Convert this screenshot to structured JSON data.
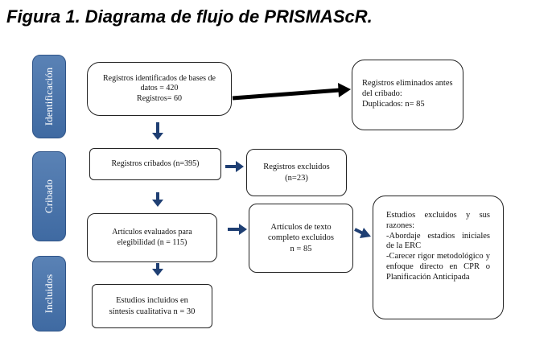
{
  "title": "Figura 1. Diagrama de flujo de PRISMAScR.",
  "stages": {
    "identificacion": "Identificación",
    "cribado": "Cribado",
    "incluidos": "Incluidos"
  },
  "boxes": {
    "identified": [
      "Registros identificados de bases de",
      "datos = 420",
      "Registros= 60"
    ],
    "removed": [
      "Registros eliminados antes",
      "del cribado:",
      "Duplicados: n= 85"
    ],
    "screened": [
      "Registros cribados (n=395)"
    ],
    "excluded": [
      "Registros excluidos",
      "(n=23)"
    ],
    "evaluated": [
      "Artículos evaluados para",
      "elegibilidad (n = 115)"
    ],
    "fulltext_excluded": [
      "Artículos de texto",
      "completo excluidos",
      "n = 85"
    ],
    "reasons": {
      "heading": "Estudios excluidos y sus razones:",
      "items": [
        "-Abordaje estadios iniciales de la ERC",
        "-Carecer rigor metodológico y enfoque directo en CPR o Planificación Anticipada"
      ]
    },
    "included": [
      "Estudios incluidos en",
      "síntesis cualitativa n = 30"
    ]
  },
  "colors": {
    "stage": "#4a74ab",
    "arrow_blue": "#1f3f73",
    "arrow_black": "#000000"
  }
}
